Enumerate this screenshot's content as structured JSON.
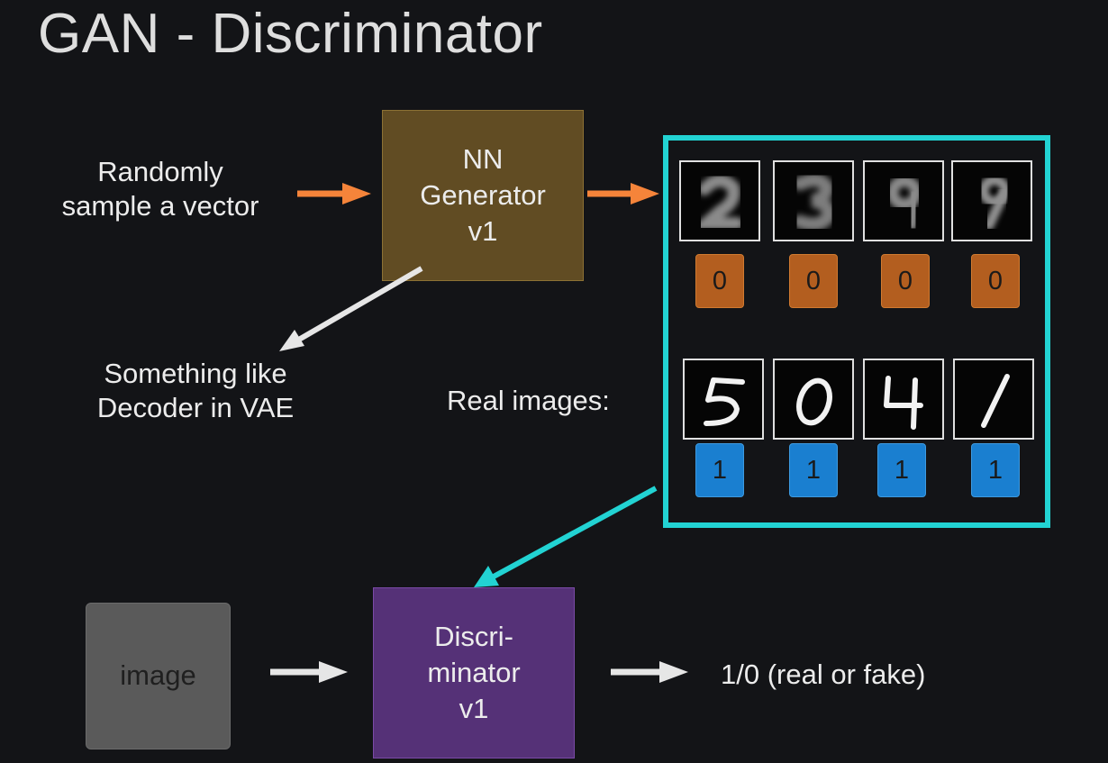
{
  "title": "GAN - Discriminator",
  "sample_label": [
    "Randomly",
    "sample a vector"
  ],
  "generator": {
    "lines": [
      "NN",
      "Generator",
      "v1"
    ]
  },
  "decoder_note": [
    "Something like",
    "Decoder in VAE"
  ],
  "real_images_label": "Real images:",
  "fake_row": {
    "labels": [
      "0",
      "0",
      "0",
      "0"
    ],
    "depicts": [
      "blurry-2",
      "blurry-3",
      "blurry-9",
      "blurry-9"
    ]
  },
  "real_row": {
    "labels": [
      "1",
      "1",
      "1",
      "1"
    ],
    "digits": [
      "5",
      "0",
      "4",
      "1"
    ]
  },
  "image_box": "image",
  "discriminator": {
    "lines": [
      "Discri-",
      "minator",
      "v1"
    ]
  },
  "output_label": "1/0   (real or fake)",
  "colors": {
    "background": "#131417",
    "generator_box": "#614c23",
    "discriminator_box": "#553177",
    "frame": "#22d3d3",
    "fake_badge": "#b35e1f",
    "real_badge": "#1a7fd0",
    "orange_arrow": "#f5843a",
    "white_arrow": "#e6e6e6"
  }
}
